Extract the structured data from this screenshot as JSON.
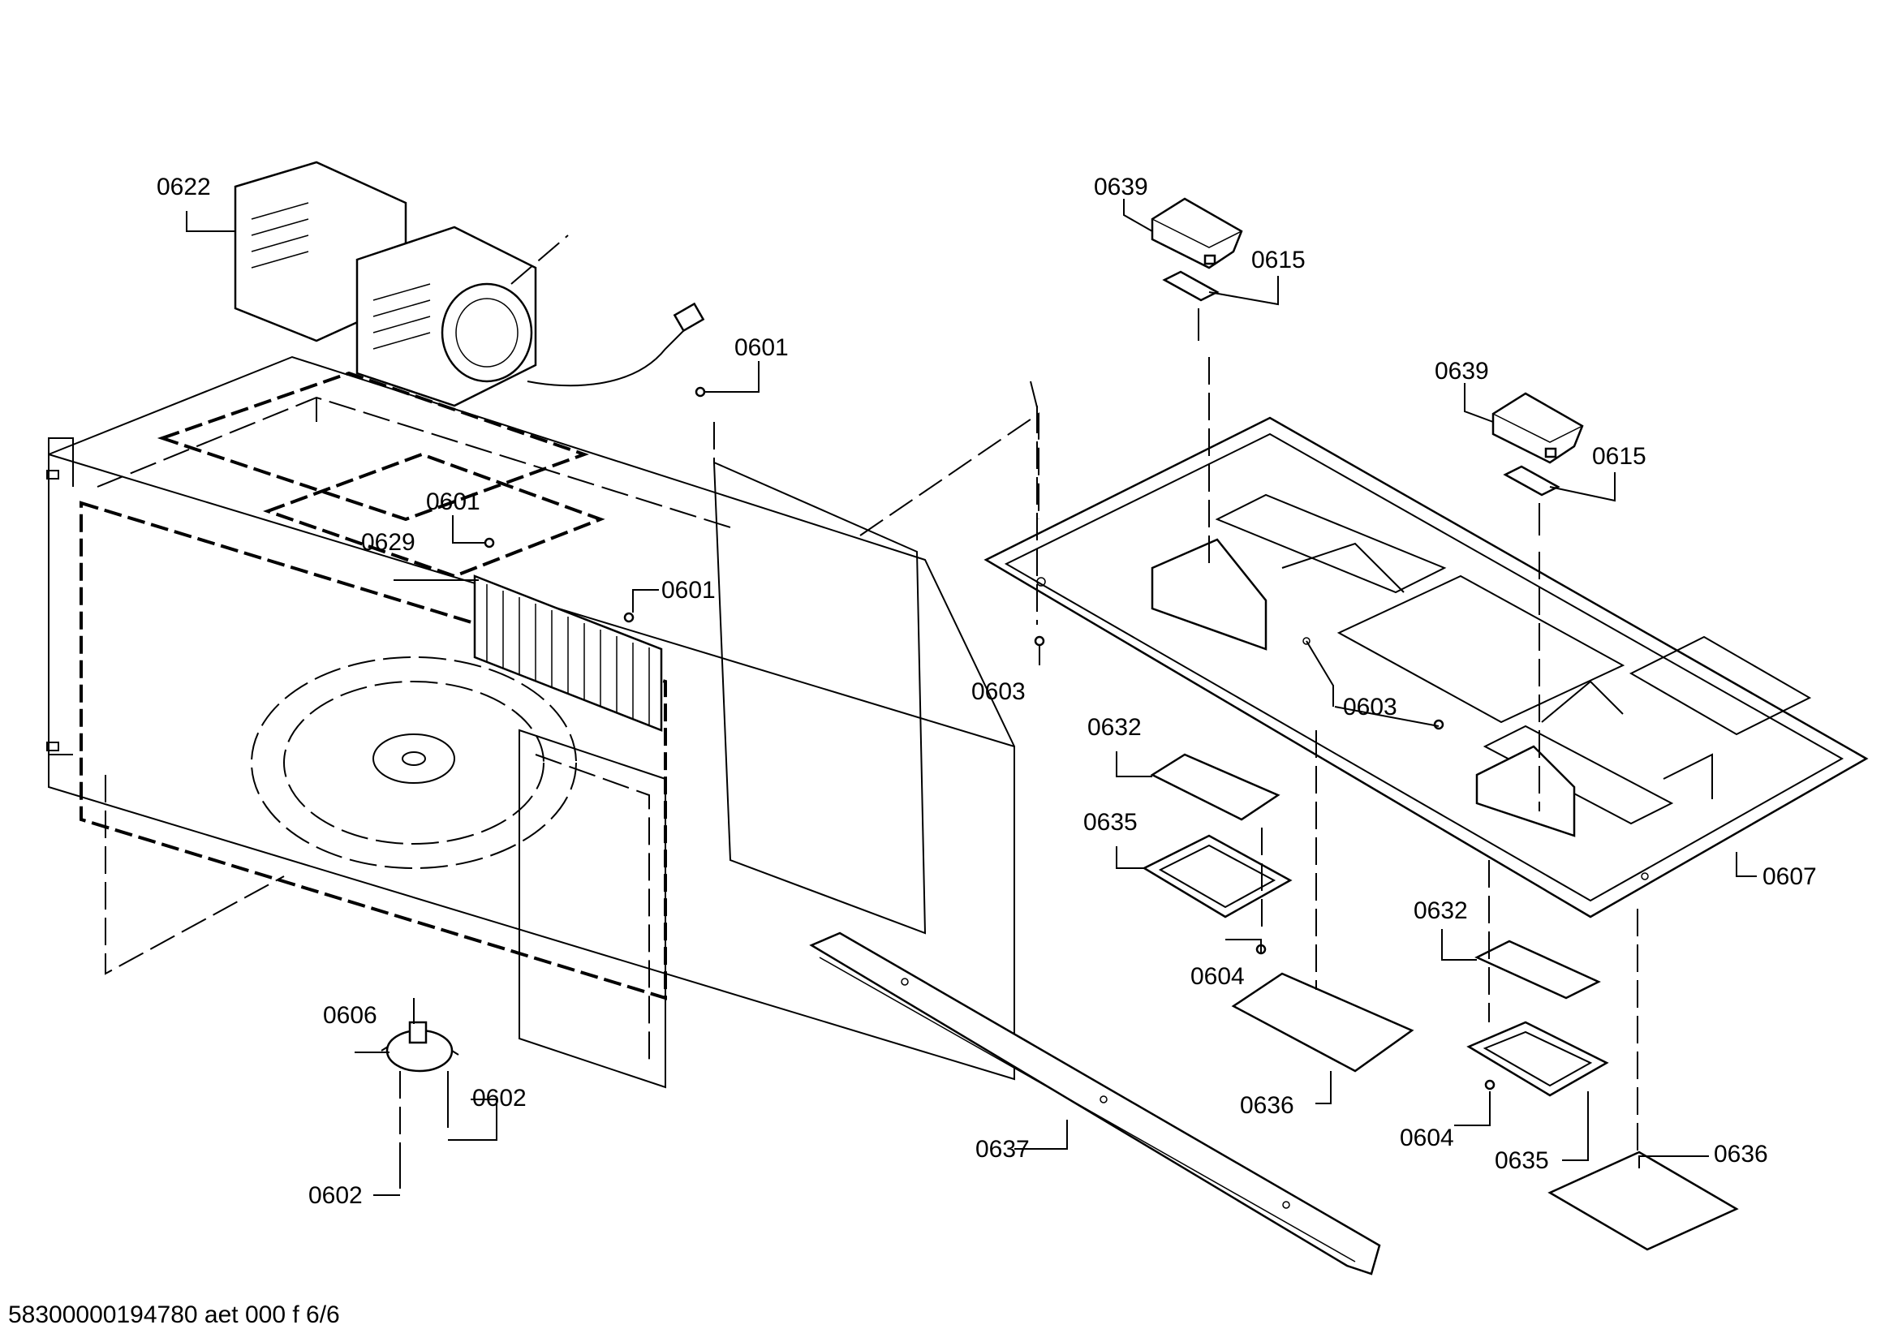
{
  "footer_text": "58300000194780 aet 000 f 6/6",
  "labels": {
    "l0622": "0622",
    "l0601_top": "0601",
    "l0601_mid": "0601",
    "l0601_right": "0601",
    "l0629": "0629",
    "l0606": "0606",
    "l0602_right": "0602",
    "l0602_left": "0602",
    "l0637": "0637",
    "l0639_top": "0639",
    "l0615_top": "0615",
    "l0639_mid": "0639",
    "l0615_mid": "0615",
    "l0603_left": "0603",
    "l0603_right": "0603",
    "l0607": "0607",
    "l0632_left": "0632",
    "l0635_left": "0635",
    "l0604_left": "0604",
    "l0636_left": "0636",
    "l0632_right": "0632",
    "l0604_right": "0604",
    "l0635_right": "0635",
    "l0636_right": "0636"
  }
}
